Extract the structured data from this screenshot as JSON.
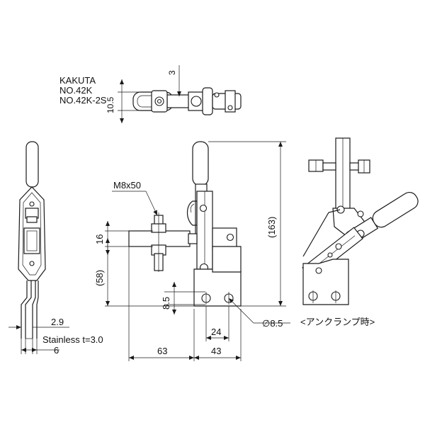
{
  "title": {
    "maker": "KAKUTA",
    "model_1": "NO.42K",
    "model_2": "NO.42K-2S"
  },
  "dimensions": {
    "top_offset": "3",
    "top_width": "10.5",
    "height_total": "(163)",
    "bolt_spec": "M8x50",
    "spindle_size": "16",
    "spindle_height": "(58)",
    "base_slot": "8.5",
    "hole_pitch": "24",
    "hole_diameter": "∅8.5",
    "base_length": "43",
    "reach": "63",
    "plate_offset": "2.9",
    "material": "Stainless t=3.0",
    "plate_width": "6"
  },
  "labels": {
    "clamp_state": "<アンクランプ時>"
  },
  "colors": {
    "line": "#1a1a1a",
    "background": "#ffffff"
  }
}
